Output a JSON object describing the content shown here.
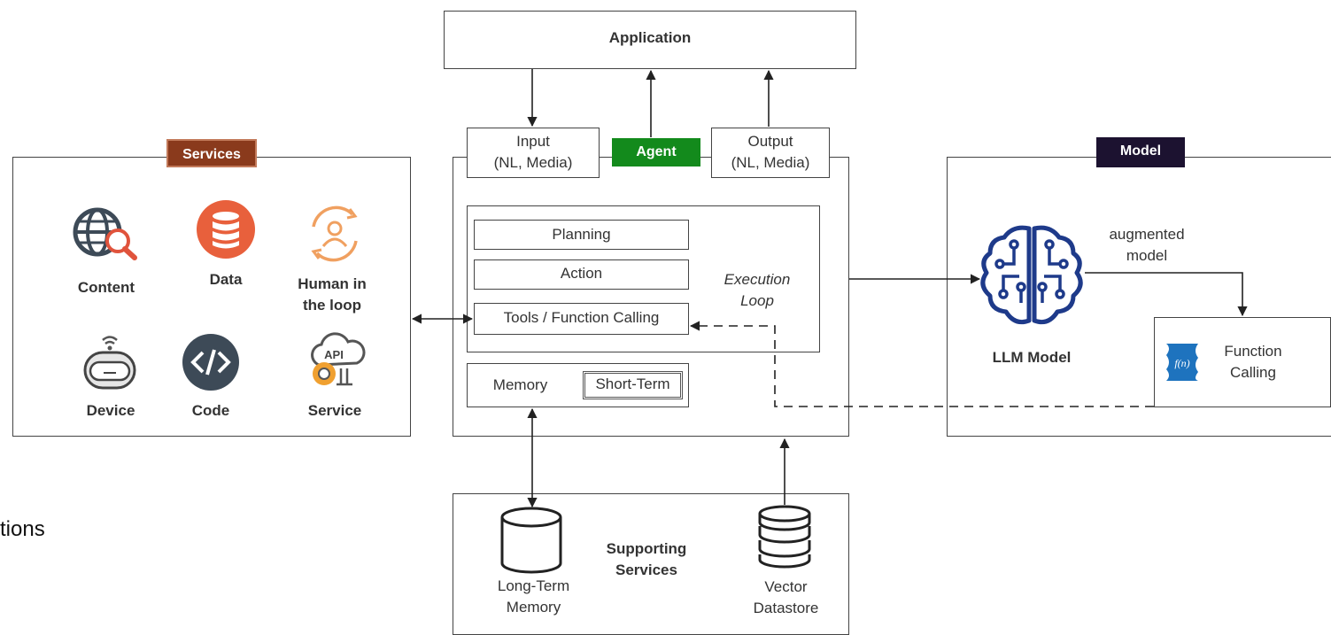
{
  "app": {
    "label": "Application"
  },
  "agent": {
    "tag": "Agent",
    "input": {
      "line1": "Input",
      "line2": "(NL, Media)"
    },
    "output": {
      "line1": "Output",
      "line2": "(NL, Media)"
    },
    "loop": {
      "planning": "Planning",
      "action": "Action",
      "tools": "Tools / Function Calling",
      "label_line1": "Execution",
      "label_line2": "Loop"
    },
    "memory": {
      "label": "Memory",
      "short_term": "Short-Term"
    }
  },
  "services": {
    "tag": "Services",
    "items": [
      {
        "label": "Content",
        "icon": "globe-search-icon"
      },
      {
        "label": "Data",
        "icon": "database-icon"
      },
      {
        "label_line1": "Human in",
        "label_line2": "the loop",
        "icon": "human-cycle-icon"
      },
      {
        "label": "Device",
        "icon": "device-icon"
      },
      {
        "label": "Code",
        "icon": "code-icon"
      },
      {
        "label": "Service",
        "icon": "api-service-icon"
      }
    ]
  },
  "model": {
    "tag": "Model",
    "llm": "LLM Model",
    "augmented_line1": "augmented",
    "augmented_line2": "model",
    "function_line1": "Function",
    "function_line2": "Calling"
  },
  "supporting": {
    "title_line1": "Supporting",
    "title_line2": "Services",
    "long_term_line1": "Long-Term",
    "long_term_line2": "Memory",
    "vector_line1": "Vector",
    "vector_line2": "Datastore"
  },
  "fragment": "tions",
  "colors": {
    "services_tag": "#8a3a1c",
    "agent_tag": "#138a1c",
    "model_tag": "#1c1230",
    "brain": "#1e3a8a",
    "database_orange": "#e8603c",
    "function_blue": "#1e73be",
    "human_orange": "#f0a060"
  }
}
